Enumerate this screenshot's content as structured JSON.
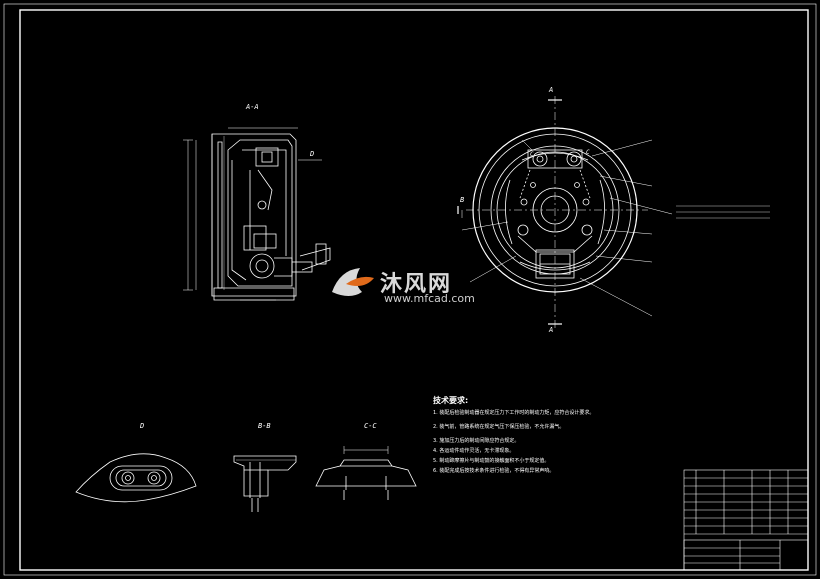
{
  "views": {
    "section_aa": "A-A",
    "detail_d": "D",
    "section_bb": "B-B",
    "section_cc": "C-C",
    "main_marker_a_top": "A",
    "main_marker_a_bottom": "A",
    "main_marker_b": "B",
    "main_marker_c": "C",
    "main_marker_c2": "C",
    "side_marker_d": "D"
  },
  "tech_requirements": {
    "title": "技术要求:",
    "notes": [
      "1. 装配后检验制动器在规定压力下工作时的制动力矩，应符合设计要求。",
      "2. 装气前，管路系统在规定气压下保压检验，不允许漏气。",
      "3. 施加压力后的制动间隙应符合规定。",
      "4. 各运动件动作灵活，无卡滞现象。",
      "5. 制动蹄摩擦片与制动鼓的接触面积不小于规定值。",
      "6. 装配完成后按技术条件进行检验，不得有异常声响。"
    ]
  },
  "watermark": {
    "brand": "沐风网",
    "url": "www.mfcad.com"
  },
  "colors": {
    "background": "#000000",
    "line": "#ffffff",
    "watermark": "#d9d9d9"
  }
}
